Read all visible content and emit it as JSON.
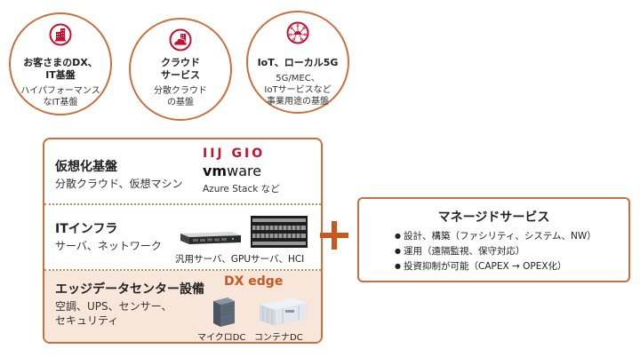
{
  "circles": [
    {
      "icon": "building-icon",
      "title_lines": [
        "お客さまのDX、",
        "IT基盤"
      ],
      "sub_lines": [
        "ハイパフォーマンス",
        "なIT基盤"
      ]
    },
    {
      "icon": "cloud-building-icon",
      "title_lines": [
        "クラウド",
        "サービス"
      ],
      "sub_lines": [
        "分散クラウド",
        "の基盤"
      ]
    },
    {
      "icon": "iot-network-icon",
      "title_lines": [
        "IoT、ローカル5G"
      ],
      "sub_lines": [
        "5G/MEC、",
        "IoTサービスなど",
        "事業用途の基盤"
      ]
    }
  ],
  "stack": {
    "virtualization": {
      "title": "仮想化基盤",
      "desc": "分散クラウド、仮想マシン",
      "brands": {
        "iij": "IIJ GIO",
        "vmware_bold": "vm",
        "vmware_rest": "ware",
        "azure": "Azure Stack など"
      }
    },
    "infra": {
      "title": "ITインフラ",
      "desc": "サーバ、ネットワーク",
      "caption": "汎用サーバ、GPUサーバ、HCI"
    },
    "edge": {
      "title": "エッジデータセンター設備",
      "desc_lines": [
        "空調、UPS、センサー、",
        "セキュリティ"
      ],
      "brand": "DX edge",
      "micro_label": "マイクロDC",
      "container_label": "コンテナDC"
    }
  },
  "managed": {
    "title": "マネージドサービス",
    "items": [
      "設計、構築（ファシリティ、システム、NW）",
      "運用（遠隔監視、保守対応）",
      "投資抑制が可能（CAPEX → OPEX化）"
    ]
  },
  "colors": {
    "accent": "#c8703f",
    "brand_red": "#c8102e",
    "edge_bg": "#f8e6da",
    "dx_orange": "#c8581f"
  }
}
